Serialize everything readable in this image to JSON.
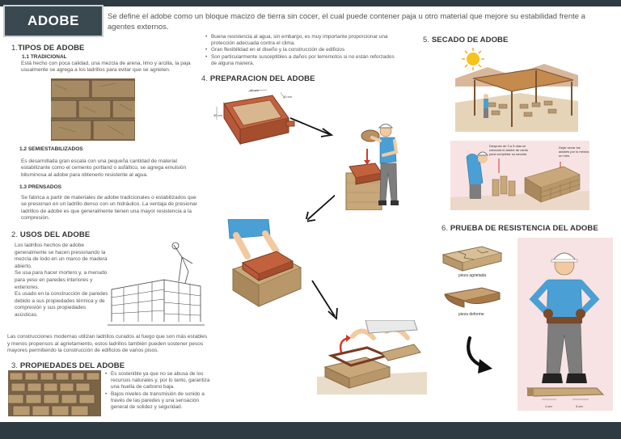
{
  "title": "ADOBE",
  "intro": "Se define el adobe como un bloque macizo de tierra sin cocer, el cual puede contener paja u otro material que mejore su estabilidad frente a agentes externos.",
  "tipos": {
    "number": "1.",
    "heading": "TIPOS DE ADOBE",
    "tradicional": {
      "heading": "1.1 TRADICIONAL",
      "text": "Está hecho con poca calidad, una mezcla de arena, limo y arcilla, la paja usualmente se agrega a los ladrillos para evitar que se agrieten."
    },
    "estabilizados": {
      "heading": "1.2 SEMIESTABILIZADOS",
      "text": "Es desarrollada gran escala con una pequeña cantidad de material estabilizante como el cemento portland o asfáltico, se agrega emulsión bituminosa al adobe para obtenerlo resistente al agua."
    },
    "prensados": {
      "heading": "1.3 PRENSADOS",
      "text": "Se fabrica a partir de materiales de adobe tradicionales o estabilizados que se presionan en un ladrillo denso con un hidráulico. La ventaja de presionar ladrillos de adobe es que generalmente tienen una mayor resistencia a la compresión."
    }
  },
  "usos": {
    "number": "2.",
    "heading": "USOS DEL ADOBE",
    "text_lines": [
      "Los ladrillos hechos de adobe generalmente se hacen presionando la mezcla de lodo en un marco de madera abierto.",
      "Se usa para hacer mortero y, a menudo, para yeso en paredes interiores y exteriores.",
      "Es usado en la construcción de paredes debido a sus propiedades térmica y de compresión y sus propiedades acústicas."
    ],
    "modern": "Las construcciones modernas utilizan ladrillos curados al fuego que son más estables y menos propensos al agrietamiento, estos ladrillos también pueden sostener pesos mayores permitiendo la construcción de edificios de varios pisos."
  },
  "propiedades": {
    "number": "3.",
    "heading": "PROPIEDADES DEL ADOBE",
    "bullets_left": [
      "Es sostenible ya que no se abusa de los recursos naturales y, por lo tanto, garantiza una huella de carbono baja.",
      "Bajos niveles de transmisión de sonido a través de las paredes y una sensación general de solidez y seguridad."
    ],
    "bullets_top": [
      "Buena resistencia al agua, sin embargo, es muy importante proporcionar una protección adecuada contra el clima.",
      "Gran flexibilidad en el diseño y la construcción de edificios",
      "Son particularmente susceptibles a daños por terremotos si no están reforzados de alguna manera."
    ]
  },
  "preparacion": {
    "number": "4.",
    "heading": "PREPARACION DEL ADOBE",
    "dims": [
      "40 cm",
      "10 cm",
      "40 cm"
    ]
  },
  "secado": {
    "number": "5.",
    "heading": "SECADO DE ADOBE",
    "note_left": "Después de 3 a 5 días se colocará el adobe de canto para completar su secado.",
    "note_right": "Dejar secar los adobes por lo menos un mes."
  },
  "prueba": {
    "number": "6.",
    "heading": "PRUEBA DE RESISTENCIA DEL ADOBE",
    "label_cracked": "pieza agrietada",
    "label_deformed": "pieza deforme",
    "dims": [
      "1 cm",
      "3 cm"
    ]
  },
  "colors": {
    "dark": "#2e3b42",
    "brick": "#c2623c",
    "clay": "#c8a87a",
    "shirt": "#4aa0d4",
    "pants": "#7d7d7d"
  }
}
